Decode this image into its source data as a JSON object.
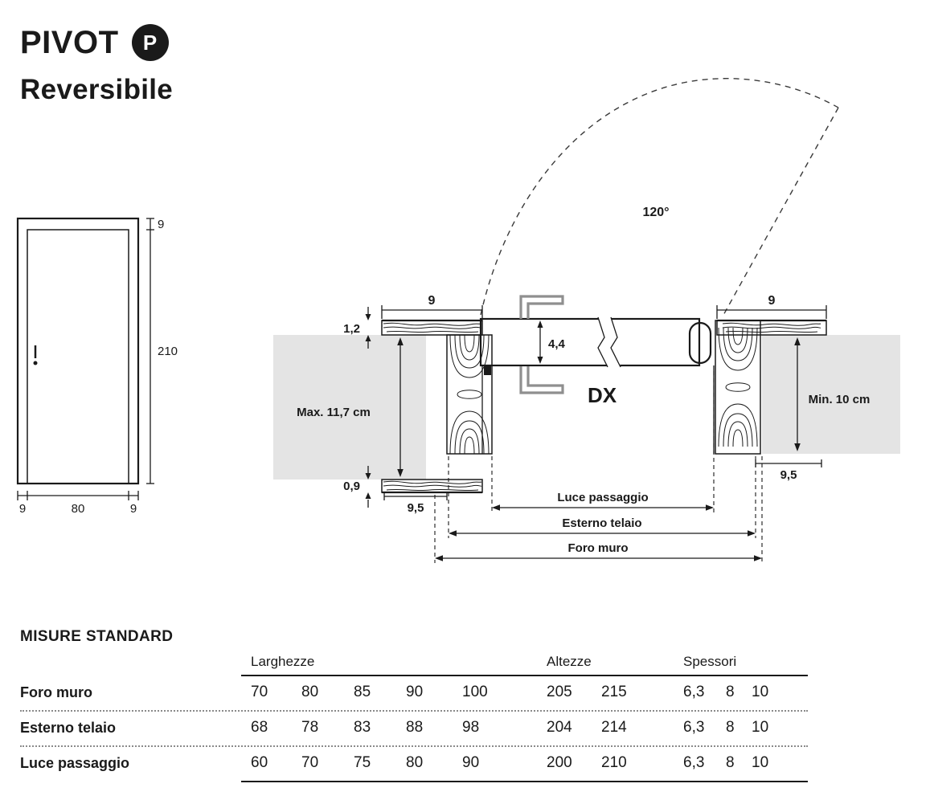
{
  "header": {
    "title": "PIVOT",
    "badge": "P",
    "subtitle": "Reversibile"
  },
  "elevation": {
    "dim_frame_top": "9",
    "dim_height": "210",
    "dim_bottom": [
      "9",
      "80",
      "9"
    ]
  },
  "plan": {
    "swing_angle": "120°",
    "hand": "DX",
    "dim_jamb_left": "9",
    "dim_jamb_right": "9",
    "dim_panel_top": "1,2",
    "dim_panel_bottom": "0,9",
    "dim_leaf_thickness": "4,4",
    "dim_depth_left": "9,5",
    "dim_depth_right": "9,5",
    "wall_max": "Max. 11,7 cm",
    "wall_min": "Min. 10 cm",
    "dims_bottom": {
      "luce": "Luce passaggio",
      "esterno": "Esterno telaio",
      "foro": "Foro muro"
    }
  },
  "table": {
    "title": "MISURE STANDARD",
    "col_groups": [
      "Larghezze",
      "Altezze",
      "Spessori"
    ],
    "rows": [
      {
        "label": "Foro muro",
        "larghezze": [
          "70",
          "80",
          "85",
          "90",
          "100"
        ],
        "altezze": [
          "205",
          "215"
        ],
        "spessori": [
          "6,3",
          "8",
          "10"
        ]
      },
      {
        "label": "Esterno telaio",
        "larghezze": [
          "68",
          "78",
          "83",
          "88",
          "98"
        ],
        "altezze": [
          "204",
          "214"
        ],
        "spessori": [
          "6,3",
          "8",
          "10"
        ]
      },
      {
        "label": "Luce passaggio",
        "larghezze": [
          "60",
          "70",
          "75",
          "80",
          "90"
        ],
        "altezze": [
          "200",
          "210"
        ],
        "spessori": [
          "6,3",
          "8",
          "10"
        ]
      }
    ]
  },
  "colors": {
    "ink": "#1a1a1a",
    "wall_gray": "#e4e4e4",
    "leaf_gray": "#d8d8d8",
    "bracket_gray": "#8f8f8f"
  }
}
